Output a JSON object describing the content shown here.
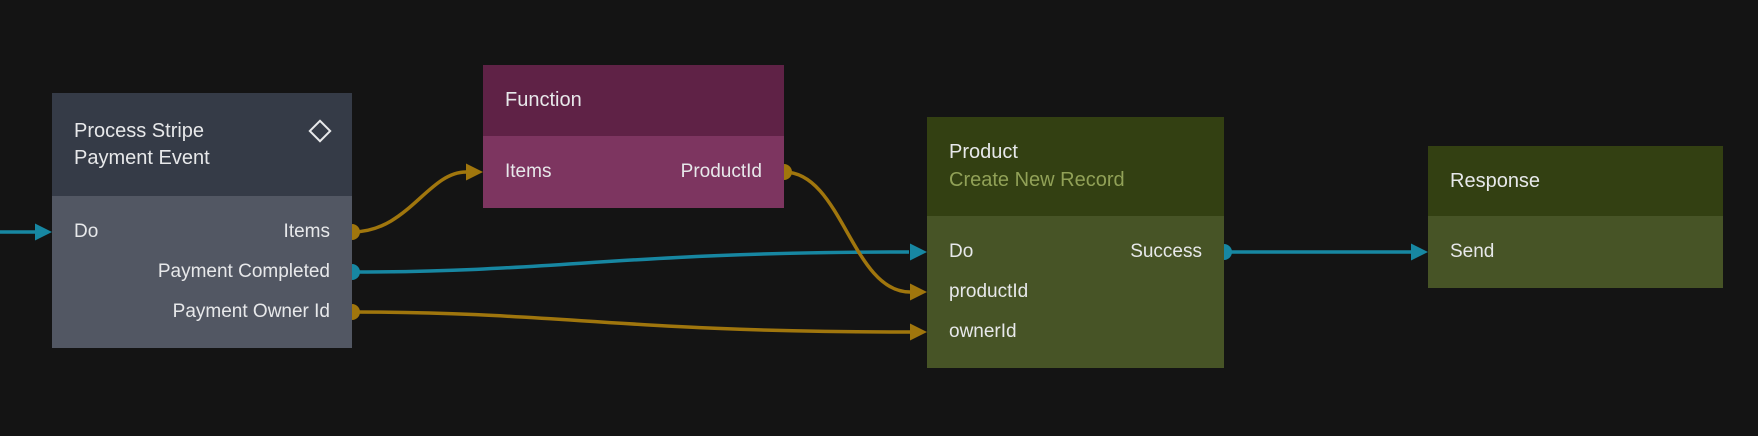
{
  "canvas": {
    "type": "workflow-node-graph"
  },
  "colors": {
    "background": "#141414",
    "slate_header": "#353b47",
    "slate_body": "#525763",
    "plum_header": "#5f2246",
    "plum_body": "#7d3560",
    "olive_header": "#334012",
    "olive_body": "#475426",
    "subtitle_olive": "#91a157",
    "text_primary": "#e7e8ea",
    "wire_gold": "#a0760d",
    "wire_teal": "#1787a2"
  },
  "icons": {
    "trigger_badge": "diamond-icon"
  },
  "nodes": {
    "trigger": {
      "title_line1": "Process Stripe",
      "title_line2": "Payment Event",
      "ports": {
        "do": "Do",
        "items": "Items",
        "payment_completed": "Payment Completed",
        "payment_owner_id": "Payment Owner Id"
      }
    },
    "function": {
      "title": "Function",
      "ports": {
        "items": "Items",
        "product_id": "ProductId"
      }
    },
    "product": {
      "title": "Product",
      "subtitle": "Create New Record",
      "ports": {
        "do": "Do",
        "success": "Success",
        "product_id": "productId",
        "owner_id": "ownerId"
      }
    },
    "response": {
      "title": "Response",
      "ports": {
        "send": "Send"
      }
    }
  },
  "connections": [
    {
      "from": "canvas-left-edge",
      "to": "trigger.do",
      "color": "teal"
    },
    {
      "from": "trigger.items",
      "to": "function.items",
      "color": "gold"
    },
    {
      "from": "trigger.payment_completed",
      "to": "product.do",
      "color": "teal"
    },
    {
      "from": "trigger.payment_owner_id",
      "to": "product.owner_id",
      "color": "gold"
    },
    {
      "from": "function.product_id",
      "to": "product.product_id",
      "color": "gold"
    },
    {
      "from": "product.success",
      "to": "response.send",
      "color": "teal"
    }
  ]
}
